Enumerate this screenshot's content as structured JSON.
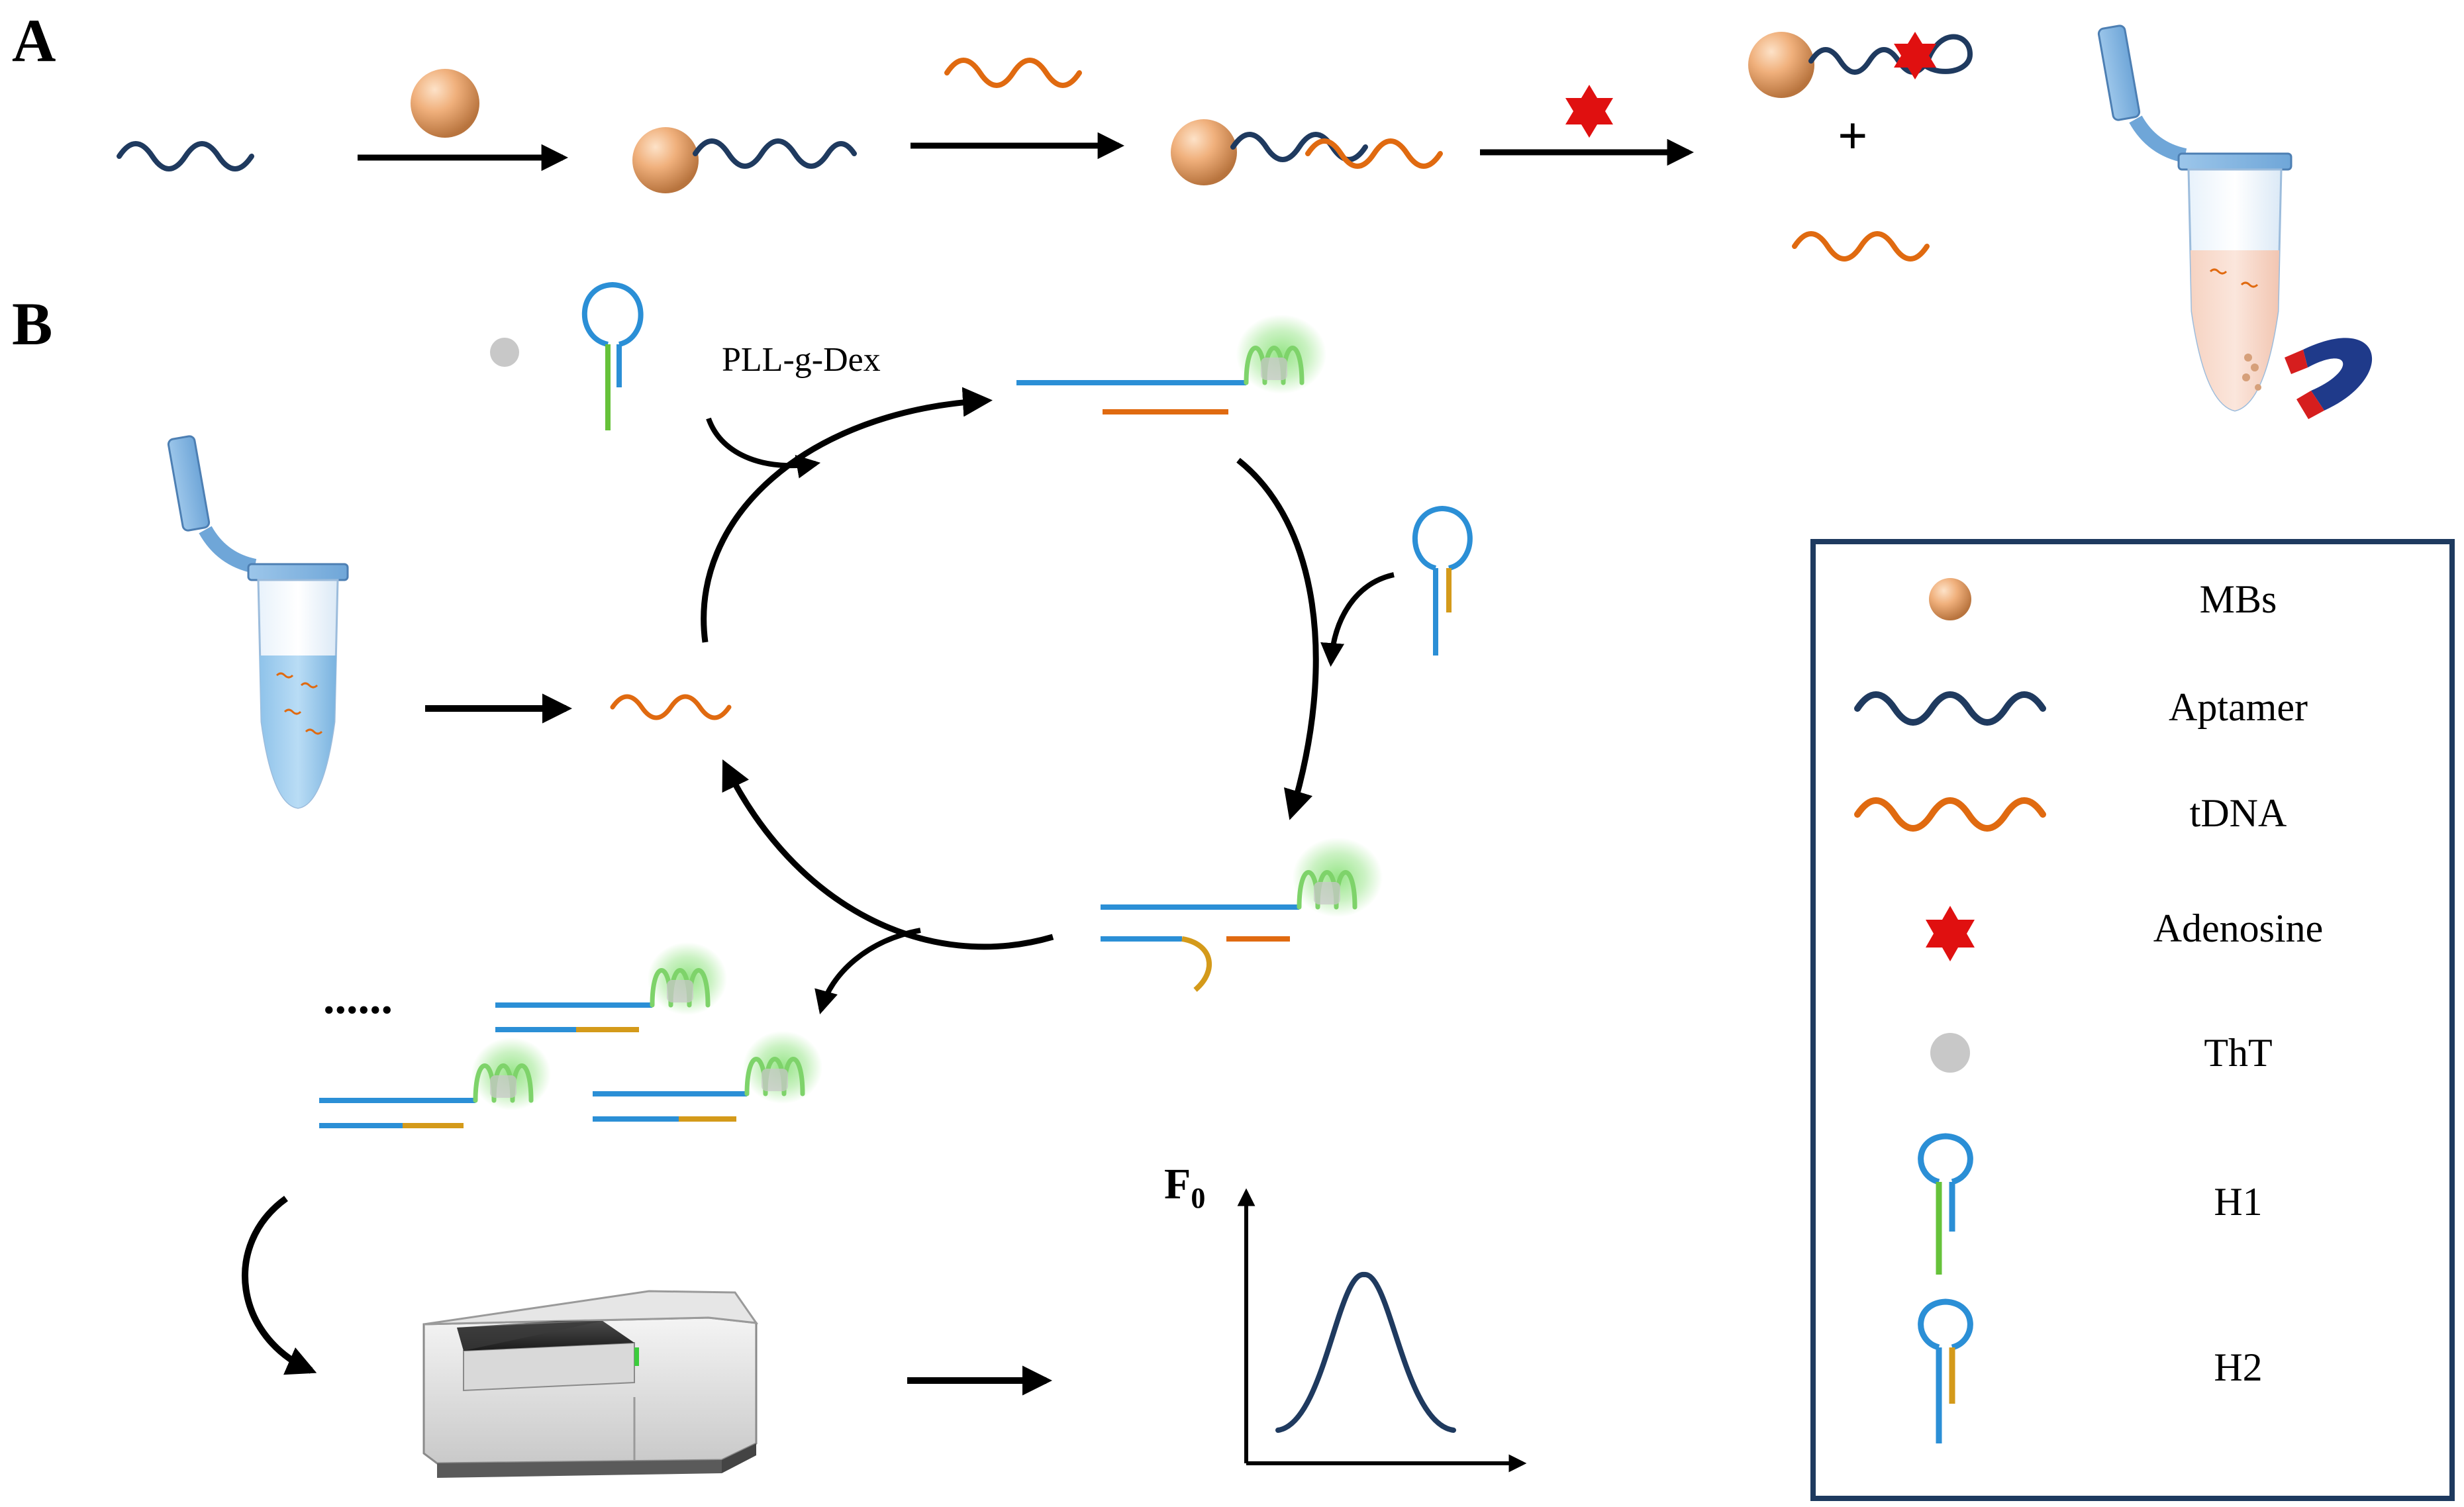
{
  "panels": {
    "a_label": "A",
    "b_label": "B",
    "plus": "+"
  },
  "reaction": {
    "reagent_label": "PLL-g-Dex",
    "ellipsis": "......"
  },
  "plot": {
    "ylabel_main": "F",
    "ylabel_sub": "0"
  },
  "legend": {
    "items": [
      {
        "label": "MBs"
      },
      {
        "label": "Aptamer"
      },
      {
        "label": "tDNA"
      },
      {
        "label": "Adenosine"
      },
      {
        "label": "ThT"
      },
      {
        "label": "H1"
      },
      {
        "label": "H2"
      }
    ]
  },
  "colors": {
    "aptamer": "#1f3a5f",
    "tdna": "#e06a10",
    "adenosine": "#e01010",
    "tht": "#c8c8c8",
    "hairpin_blue": "#2b8fd6",
    "h1_stem": "#66c23a",
    "h2_stem": "#d49a1a",
    "quadruplex": "#7ed36a",
    "legend_border": "#1e3a5f"
  }
}
